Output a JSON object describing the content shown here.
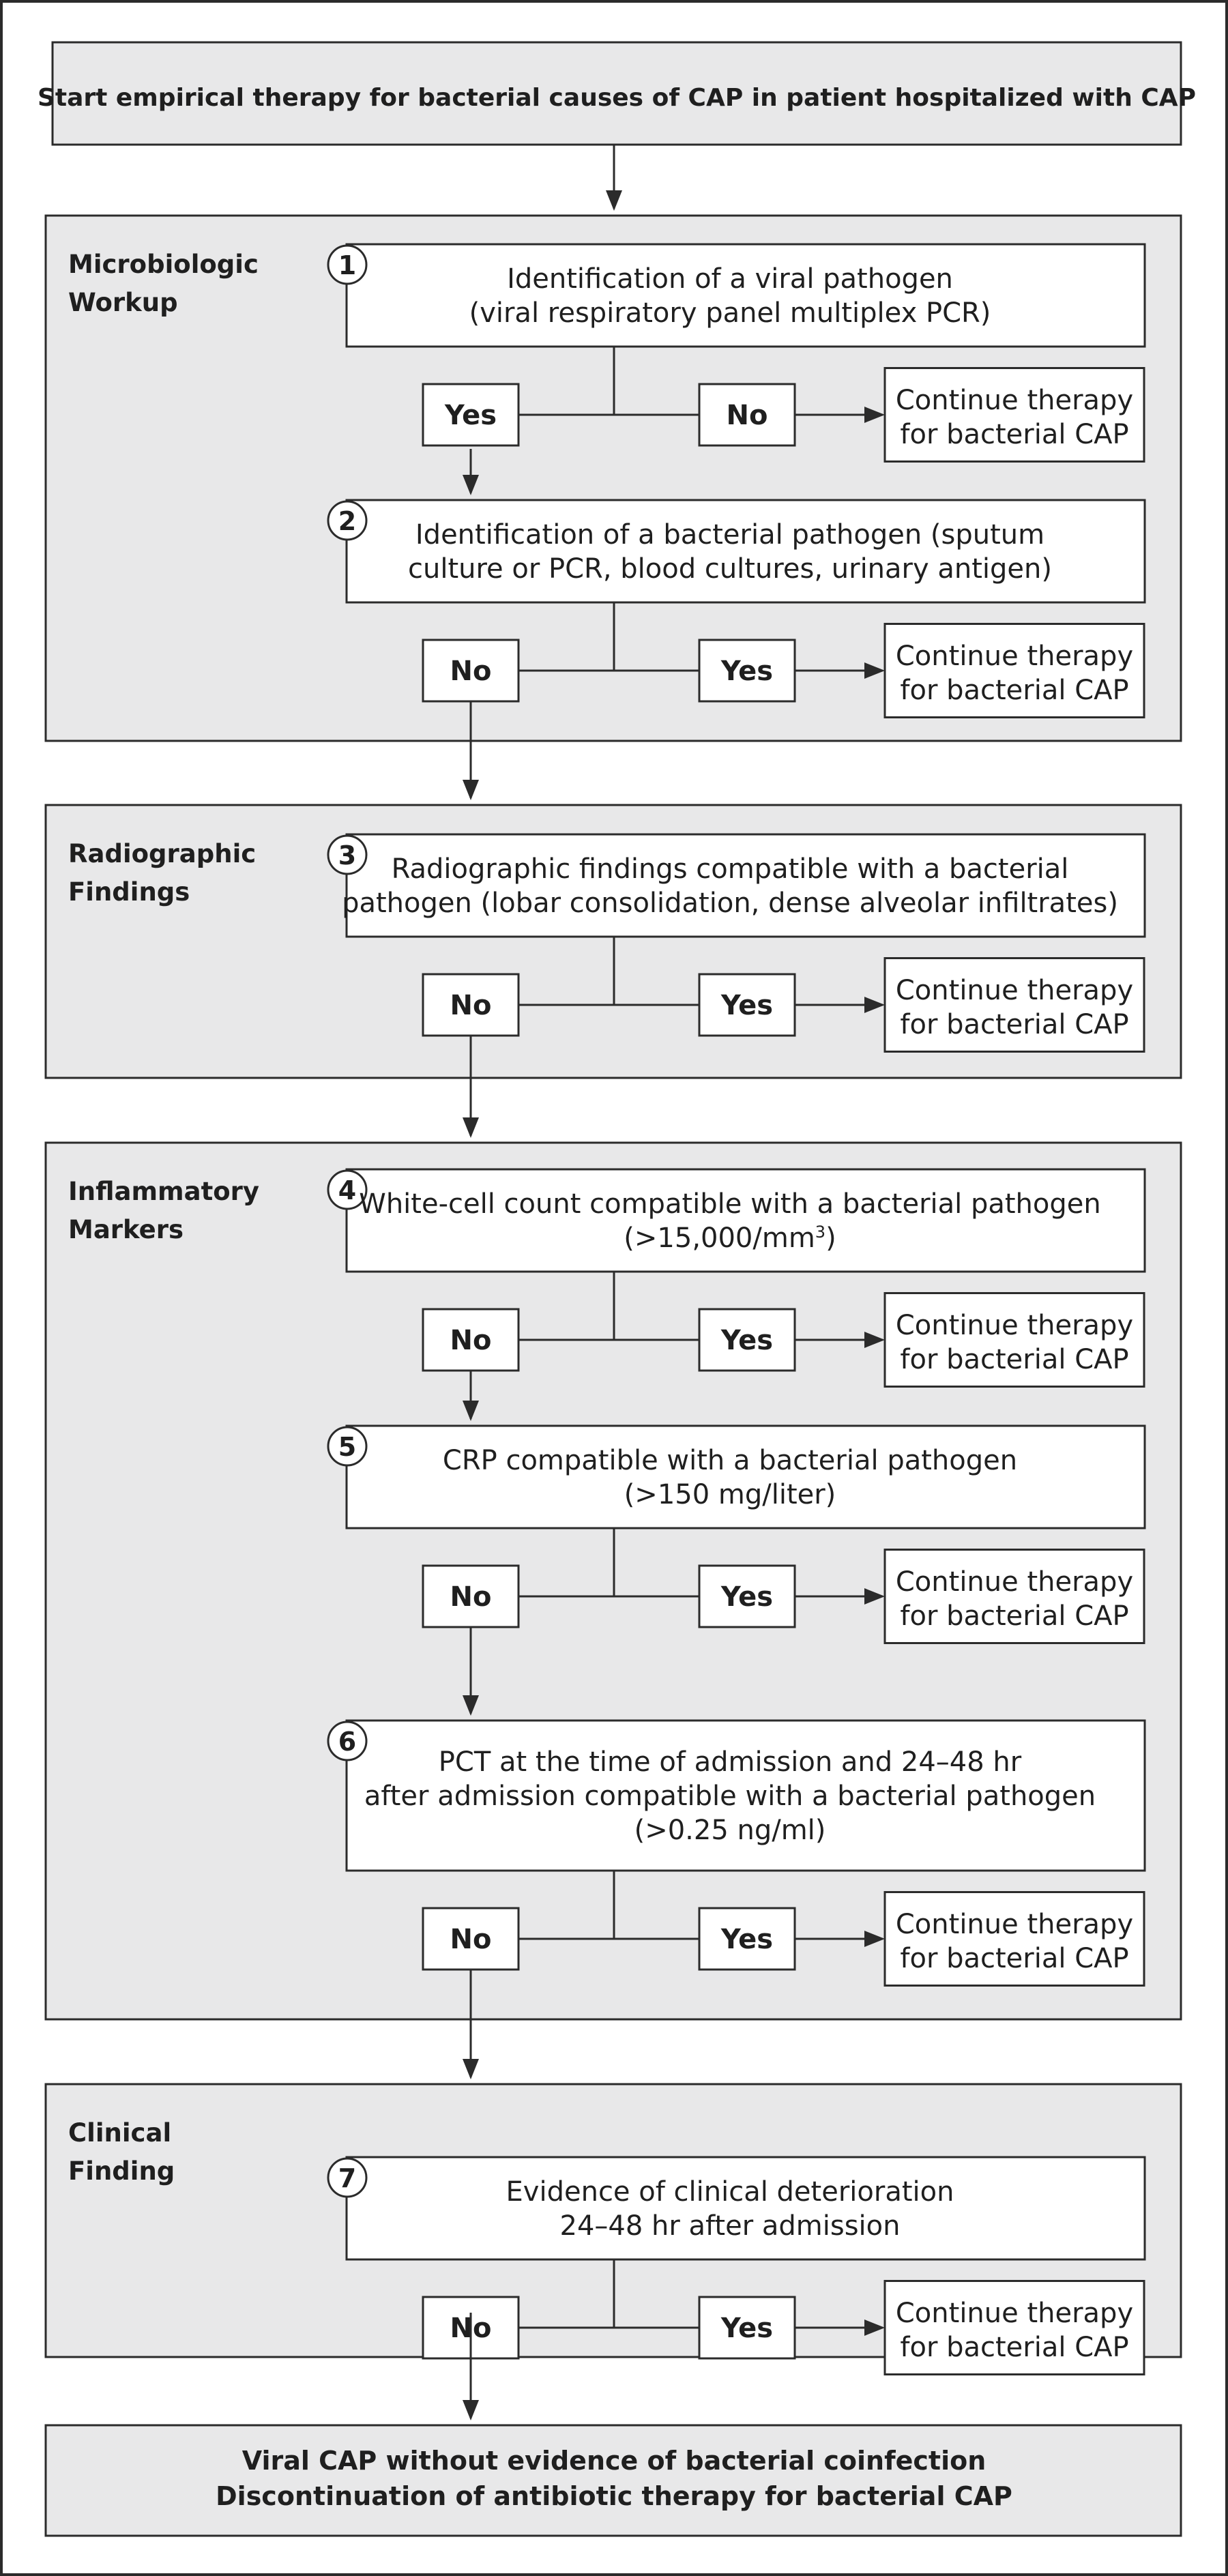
{
  "diagram": {
    "start": "Start empirical therapy for bacterial causes of CAP in patient hospitalized with CAP",
    "continue_label": [
      "Continue therapy",
      "for bacterial CAP"
    ],
    "yes_label": "Yes",
    "no_label": "No",
    "sections": [
      {
        "label": [
          "Microbiologic",
          "Workup"
        ],
        "steps": [
          {
            "number": "1",
            "text": [
              "Identification of a viral pathogen",
              "(viral respiratory panel multiplex PCR)"
            ],
            "continue_on": "No",
            "proceed_on": "Yes"
          },
          {
            "number": "2",
            "text": [
              "Identification of a bacterial pathogen (sputum",
              "culture or PCR, blood cultures, urinary antigen)"
            ],
            "continue_on": "Yes",
            "proceed_on": "No"
          }
        ]
      },
      {
        "label": [
          "Radiographic",
          "Findings"
        ],
        "steps": [
          {
            "number": "3",
            "text": [
              "Radiographic findings compatible with a bacterial",
              "pathogen (lobar consolidation, dense alveolar infiltrates)"
            ],
            "continue_on": "Yes",
            "proceed_on": "No"
          }
        ]
      },
      {
        "label": [
          "Inflammatory",
          "Markers"
        ],
        "steps": [
          {
            "number": "4",
            "text": [
              "White-cell count compatible with a bacterial pathogen",
              "(>15,000/mm³)"
            ],
            "continue_on": "Yes",
            "proceed_on": "No"
          },
          {
            "number": "5",
            "text": [
              "CRP compatible with a bacterial pathogen",
              "(>150 mg/liter)"
            ],
            "continue_on": "Yes",
            "proceed_on": "No"
          },
          {
            "number": "6",
            "text": [
              "PCT at the time of admission and 24–48 hr",
              "after admission compatible with a bacterial pathogen",
              "(>0.25 ng/ml)"
            ],
            "continue_on": "Yes",
            "proceed_on": "No"
          }
        ]
      },
      {
        "label": [
          "Clinical",
          "Finding"
        ],
        "steps": [
          {
            "number": "7",
            "text": [
              "Evidence of clinical deterioration",
              "24–48 hr after admission"
            ],
            "continue_on": "Yes",
            "proceed_on": "No"
          }
        ]
      }
    ],
    "end": [
      "Viral CAP without evidence of bacterial coinfection",
      "Discontinuation of antibiotic therapy for bacterial CAP"
    ]
  },
  "colors": {
    "panel_fill": "#e8e8e9",
    "box_fill": "#ffffff",
    "stroke": "#2b2b2b",
    "text": "#1f1f1f"
  }
}
